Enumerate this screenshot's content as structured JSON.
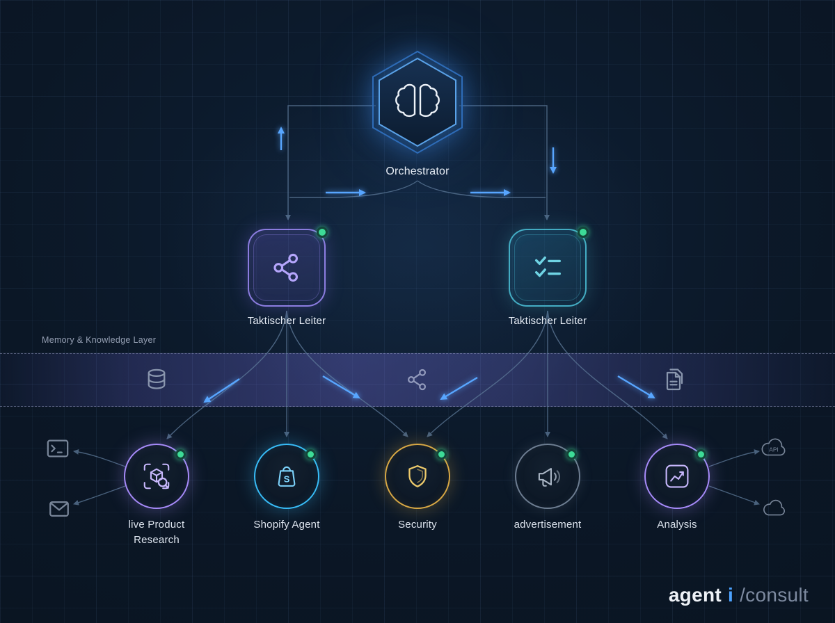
{
  "diagram": {
    "orchestrator": {
      "label": "Orchestrator",
      "icon": "brain-icon",
      "accent": "#4da3ff"
    },
    "leaders": [
      {
        "label": "Taktischer Leiter",
        "icon": "share-network-icon",
        "accent": "#9b8cf6",
        "status": "online"
      },
      {
        "label": "Taktischer Leiter",
        "icon": "checklist-icon",
        "accent": "#4cc3d9",
        "status": "online"
      }
    ],
    "memory_layer": {
      "label": "Memory & Knowledge Layer",
      "icons": [
        "database-icon",
        "share-network-icon",
        "documents-icon"
      ]
    },
    "agents": [
      {
        "label": "live Product Research",
        "icon": "product-scan-icon",
        "accent": "#a78bfa",
        "status": "online"
      },
      {
        "label": "Shopify Agent",
        "icon": "shopify-bag-icon",
        "accent": "#38bdf8",
        "status": "online",
        "bag_letter": "S"
      },
      {
        "label": "Security",
        "icon": "shield-icon",
        "accent": "#d9a945",
        "status": "online"
      },
      {
        "label": "advertisement",
        "icon": "megaphone-icon",
        "accent": "#7e8ca0",
        "status": "online"
      },
      {
        "label": "Analysis",
        "icon": "line-chart-icon",
        "accent": "#a78bfa",
        "status": "online"
      }
    ],
    "peripherals": {
      "left": [
        {
          "icon": "terminal-icon"
        },
        {
          "icon": "envelope-icon"
        }
      ],
      "right": [
        {
          "icon": "api-cloud-icon",
          "label": "API"
        },
        {
          "icon": "cloud-icon"
        }
      ]
    },
    "status_color": "#3ddc97",
    "line_colors": {
      "muted": "#5e7a99",
      "accent_blue": "#58a6ff"
    }
  },
  "logo": {
    "agent": "agent",
    "i": "i",
    "consult": "/consult"
  }
}
